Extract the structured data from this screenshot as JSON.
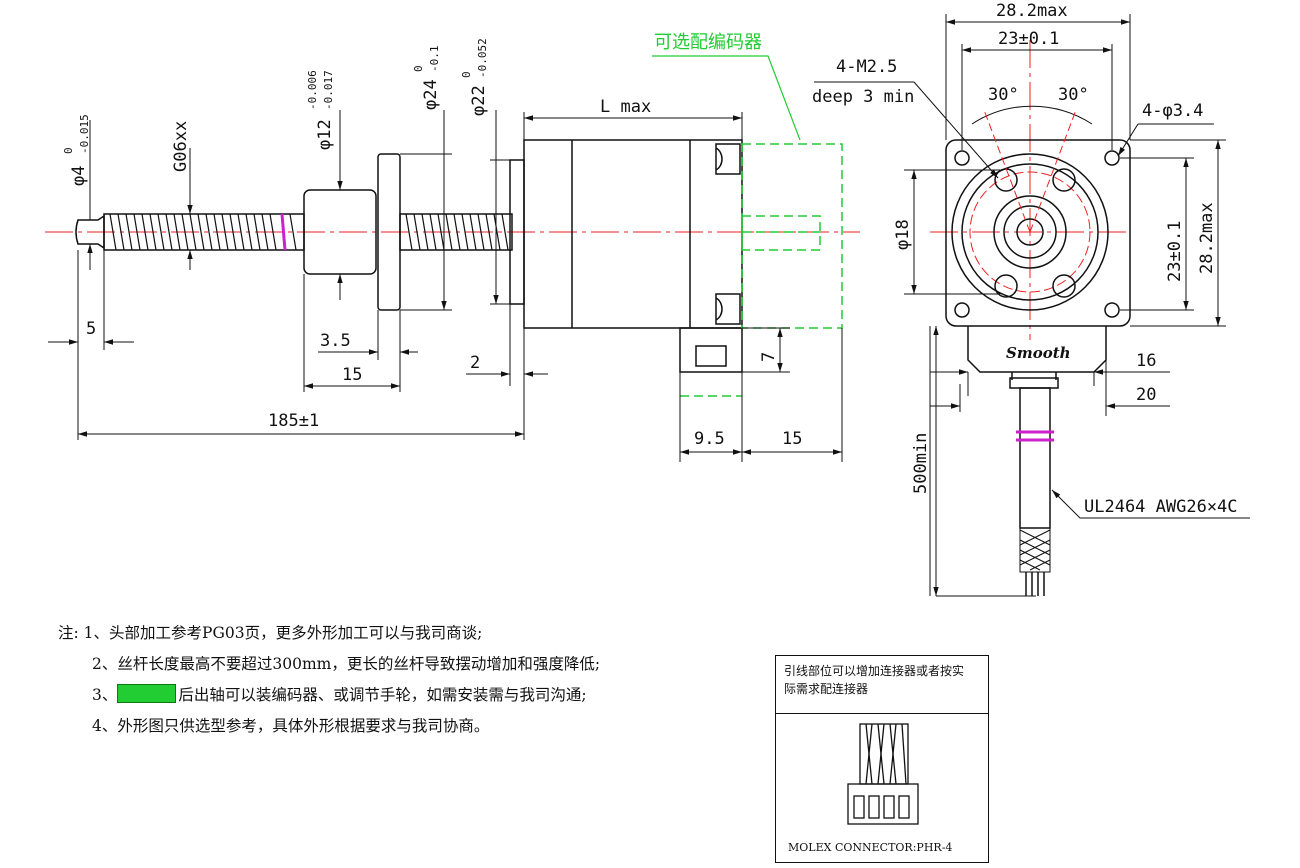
{
  "side_view": {
    "dims": {
      "shaft_tip_dia": "φ4",
      "shaft_tip_tol_upper": "0",
      "shaft_tip_tol_lower": "-0.015",
      "thread": "G06xx",
      "nut_dia": "φ12",
      "nut_tol_upper": "-0.006",
      "nut_tol_lower": "-0.017",
      "flange_dia": "φ24",
      "flange_tol_upper": "0",
      "flange_tol_lower": "-0.1",
      "boss_dia": "φ22",
      "boss_tol_upper": "0",
      "boss_tol_lower": "-0.052",
      "body_length": "L max",
      "tip_length": "5",
      "nut_flange_thk": "3.5",
      "nut_length": "15",
      "boss_thk": "2",
      "overall_length": "185±1",
      "connector_height": "7",
      "connector_offset": "9.5",
      "encoder_length": "15"
    },
    "encoder_label": "可选配编码器"
  },
  "end_view": {
    "dims": {
      "width_max": "28.2max",
      "hole_pitch": "23±0.1",
      "screw_holes": "4-M2.5",
      "screw_depth": "deep 3 min",
      "angle_left": "30°",
      "angle_right": "30°",
      "mount_holes": "4-φ3.4",
      "pilot_dia": "φ18",
      "hole_pitch_v": "23±0.1",
      "height_max": "28.2max",
      "brand": "Smooth",
      "connector_width": "16",
      "connector_total": "20",
      "lead_length": "500min",
      "cable_spec": "UL2464 AWG26×4C"
    }
  },
  "notes": {
    "prefix": "注:",
    "items": [
      "1、头部加工参考PG03页，更多外形加工可以与我司商谈;",
      "2、丝杆长度最高不要超过300mm，更长的丝杆导致摆动增加和强度降低;",
      "3、",
      "4、外形图只供选型参考，具体外形根据要求与我司协商。"
    ],
    "item3_tail": "后出轴可以装编码器、或调节手轮，如需安装需与我司沟通;"
  },
  "connector_box": {
    "text": "引线部位可以增加连接器或者按实际需求配连接器",
    "label": "MOLEX CONNECTOR:PHR-4"
  },
  "colors": {
    "line": "#111111",
    "center_line": "#ee2222",
    "encoder_green": "#22cc33",
    "cable_marker": "#cc22cc"
  }
}
